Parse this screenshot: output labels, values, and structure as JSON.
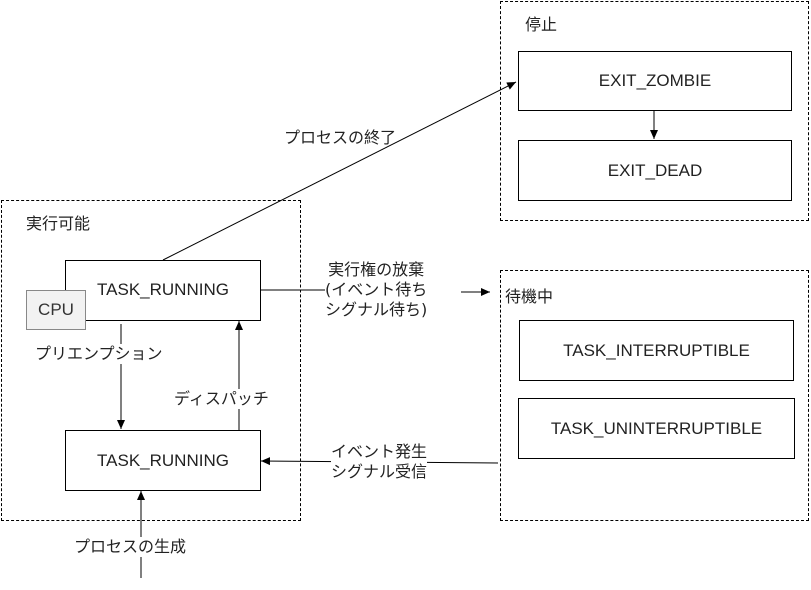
{
  "groups": {
    "stopped": {
      "label": "停止"
    },
    "runnable": {
      "label": "実行可能"
    },
    "waiting": {
      "label": "待機中"
    }
  },
  "states": {
    "exit_zombie": "EXIT_ZOMBIE",
    "exit_dead": "EXIT_DEAD",
    "task_running_active": "TASK_RUNNING",
    "task_running_ready": "TASK_RUNNING",
    "task_interruptible": "TASK_INTERRUPTIBLE",
    "task_uninterruptible": "TASK_UNINTERRUPTIBLE"
  },
  "cpu_label": "CPU",
  "transitions": {
    "process_exit": "プロセスの終了",
    "yield_line1": "実行権の放棄",
    "yield_line2": "(イベント待ち",
    "yield_line3": "シグナル待ち)",
    "preemption": "プリエンプション",
    "dispatch": "ディスパッチ",
    "wakeup_line1": "イベント発生",
    "wakeup_line2": "シグナル受信",
    "process_create": "プロセスの生成"
  }
}
